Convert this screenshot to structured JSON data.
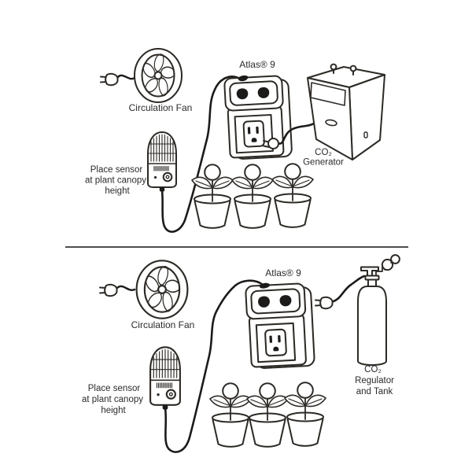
{
  "top_panel": {
    "fan_label": "Circulation Fan",
    "controller_label": "Atlas® 9",
    "source_label_line1": "CO₂",
    "source_label_line2": "Generator",
    "sensor_note_line1": "Place sensor",
    "sensor_note_line2": "at plant canopy",
    "sensor_note_line3": "height"
  },
  "bottom_panel": {
    "fan_label": "Circulation Fan",
    "controller_label": "Atlas® 9",
    "source_label_line1": "CO₂",
    "source_label_line2": "Regulator",
    "source_label_line3": "and Tank",
    "sensor_note_line1": "Place sensor",
    "sensor_note_line2": "at plant canopy",
    "sensor_note_line3": "height"
  },
  "colors": {
    "line": "#2d2a26",
    "cord": "#1d1b19",
    "text": "#2b2b2b",
    "divider": "#4f4f4f",
    "background": "#ffffff"
  }
}
